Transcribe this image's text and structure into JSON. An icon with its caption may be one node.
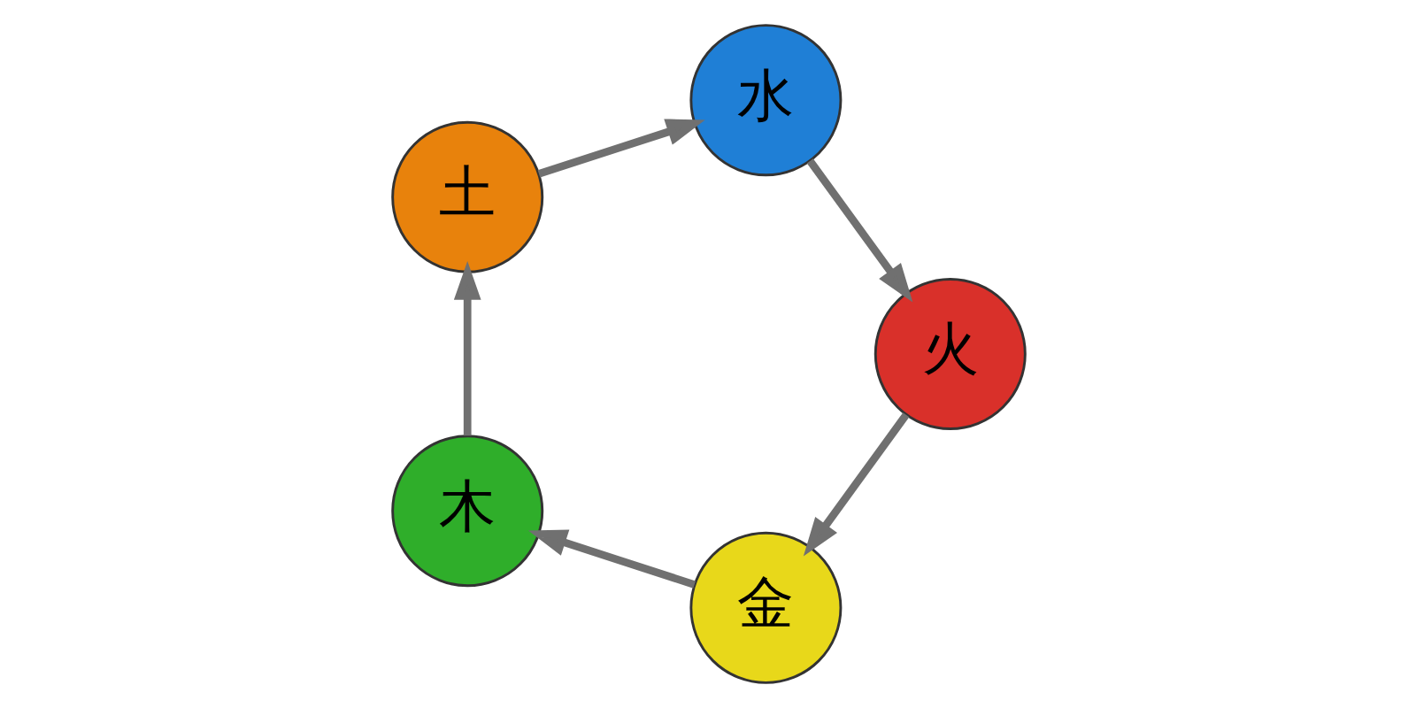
{
  "diagram": {
    "nodes": [
      {
        "text": [
          "金"
        ]
      },
      {
        "text": [
          "水"
        ]
      },
      {
        "text": [
          "土"
        ]
      },
      {
        "text": [
          "木"
        ]
      },
      {
        "text": [
          "火"
        ]
      }
    ],
    "edges": [
      {
        "from": 0,
        "to": 3,
        "arrow": "to"
      },
      {
        "from": 3,
        "to": 2,
        "arrow": "to"
      },
      {
        "from": 2,
        "to": 1,
        "arrow": "to"
      },
      {
        "from": 1,
        "to": 4,
        "arrow": "to"
      },
      {
        "from": 4,
        "to": 0,
        "arrow": "to"
      }
    ]
  }
}
